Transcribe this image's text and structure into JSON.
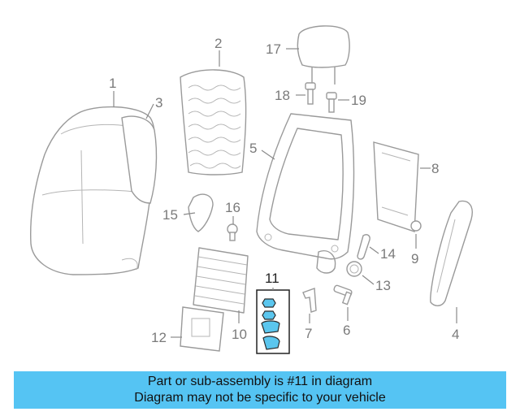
{
  "callouts": {
    "c1": "1",
    "c2": "2",
    "c3": "3",
    "c4": "4",
    "c5": "5",
    "c6": "6",
    "c7": "7",
    "c8": "8",
    "c9": "9",
    "c10": "10",
    "c11": "11",
    "c12": "12",
    "c13": "13",
    "c14": "14",
    "c15": "15",
    "c16": "16",
    "c17": "17",
    "c18": "18",
    "c19": "19"
  },
  "banner": {
    "line1": "Part or sub-assembly is #11 in diagram",
    "line2": "Diagram may not be specific to your vehicle"
  },
  "colors": {
    "banner_bg": "#55c4f3",
    "highlight_part": "#5bc6ee",
    "line_art": "#9a9a9a"
  }
}
